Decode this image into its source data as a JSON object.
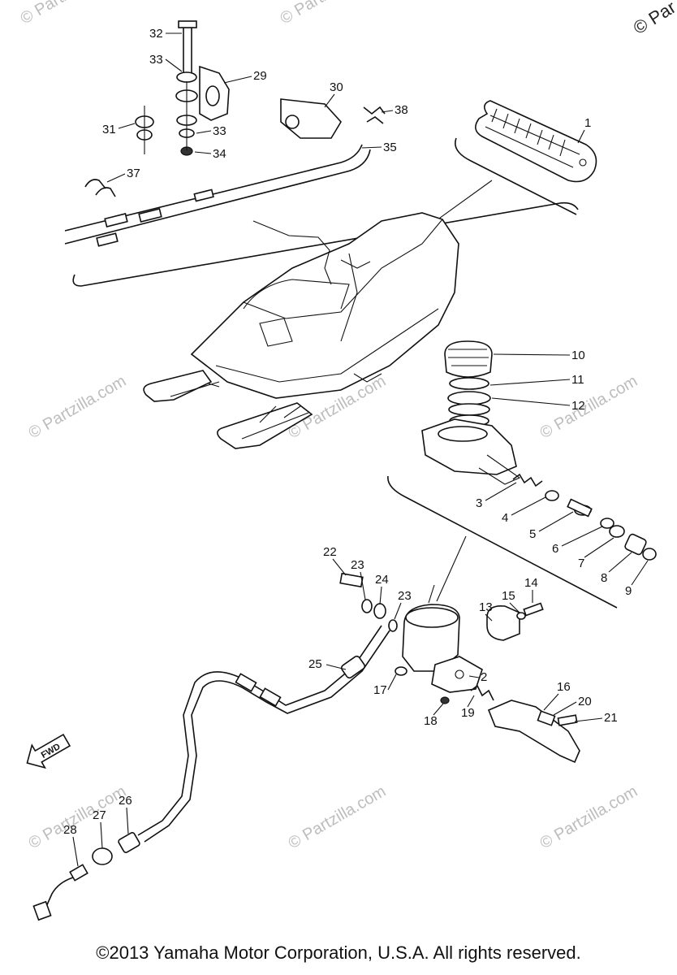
{
  "corner_mark": "© Par",
  "watermark": "© Partzilla.com",
  "fwd_label": "FWD",
  "callouts": [
    "32",
    "33",
    "29",
    "31",
    "33",
    "34",
    "37",
    "30",
    "38",
    "35",
    "1",
    "10",
    "11",
    "12",
    "3",
    "4",
    "5",
    "6",
    "7",
    "8",
    "9",
    "22",
    "23",
    "24",
    "23",
    "13",
    "15",
    "14",
    "25",
    "2",
    "17",
    "18",
    "19",
    "16",
    "20",
    "21",
    "28",
    "27",
    "26"
  ],
  "copyright": "©2013  Yamaha Motor Corporation, U.S.A. All rights reserved."
}
